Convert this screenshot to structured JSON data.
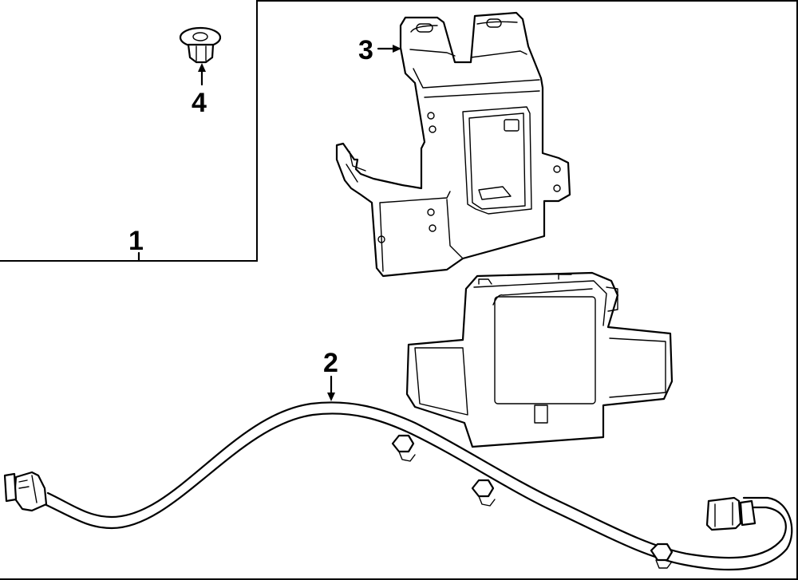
{
  "diagram": {
    "type": "exploded-parts-diagram",
    "callouts": [
      {
        "id": "callout-1",
        "label": "1"
      },
      {
        "id": "callout-2",
        "label": "2"
      },
      {
        "id": "callout-3",
        "label": "3"
      },
      {
        "id": "callout-4",
        "label": "4"
      }
    ],
    "parts": {
      "assembly_bracket_line": "callout-1",
      "wire_harness": "callout-2",
      "mounting_bracket": "callout-3",
      "push_nut": "callout-4"
    }
  }
}
